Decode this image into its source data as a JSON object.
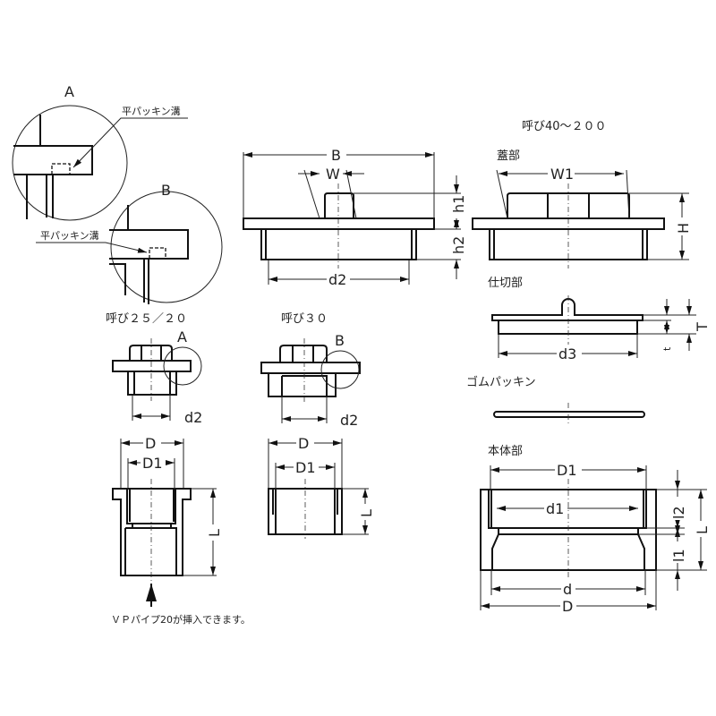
{
  "detail_a": {
    "label": "A",
    "leader": "平パッキン溝"
  },
  "detail_b": {
    "label": "B",
    "leader": "平パッキン溝"
  },
  "size_25_20": {
    "title": "呼び２５／２０",
    "detail": "A",
    "d2": "d2",
    "D": "D",
    "D1": "D1",
    "L": "L",
    "note": "ＶＰパイプ20が挿入できます。"
  },
  "size_30": {
    "title": "呼び３０",
    "detail": "B",
    "d2": "d2",
    "D": "D",
    "D1": "D1",
    "L": "L"
  },
  "size_40_200": {
    "title": "呼び40～２００"
  },
  "cap_dims": {
    "B": "B",
    "W": "W",
    "h1": "h1",
    "h2": "h2",
    "d2": "d2"
  },
  "lid": {
    "title": "蓋部",
    "W1": "W1",
    "H": "H"
  },
  "partition": {
    "title": "仕切部",
    "d3": "d3",
    "t": "t",
    "T": "T"
  },
  "gasket": {
    "title": "ゴムパッキン"
  },
  "body": {
    "title": "本体部",
    "D1": "D1",
    "d1": "d1",
    "d": "d",
    "D": "D",
    "l2": "l2",
    "l1": "l1",
    "L": "L"
  }
}
